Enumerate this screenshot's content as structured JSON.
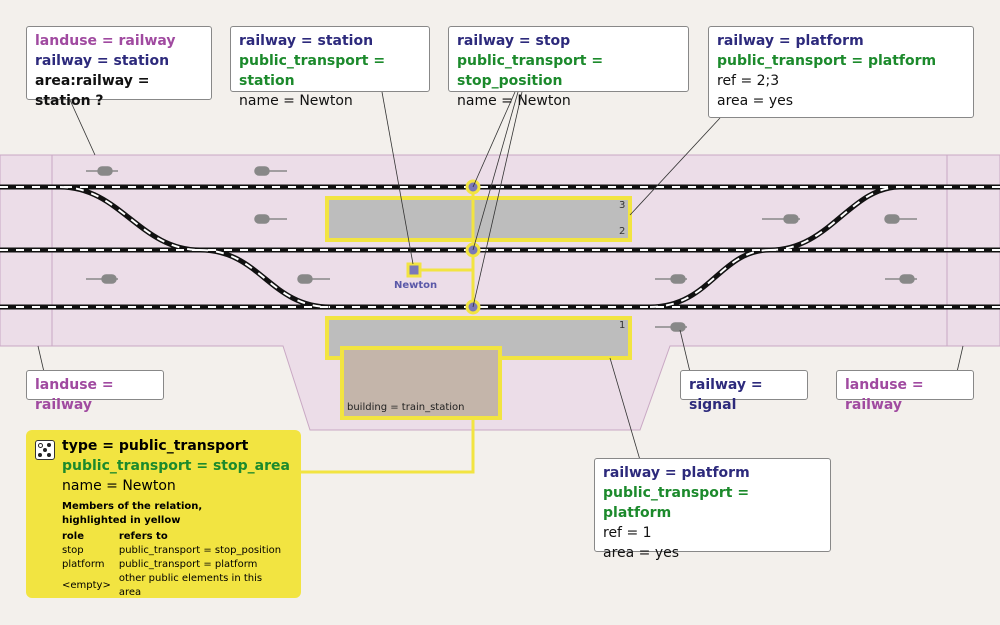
{
  "colors": {
    "landuse": "#a04aa0",
    "railway": "#2d2a7c",
    "public_transport": "#1c8a2c",
    "highlight": "#f2e441",
    "area": "#ecdde8",
    "platform": "#bdbdbd",
    "building": "#c4b5aa"
  },
  "labels": {
    "landuse_top": [
      "landuse = railway",
      "railway = station",
      "area:railway = station ?"
    ],
    "station_node": [
      "railway = station",
      "public_transport = station",
      "name = Newton"
    ],
    "stop": [
      "railway = stop",
      "public_transport = stop_position",
      "name = Newton"
    ],
    "platform_top": [
      "railway = platform",
      "public_transport = platform",
      "ref = 2;3",
      "area = yes"
    ],
    "landuse_left": "landuse = railway",
    "signal": "railway = signal",
    "landuse_right": "landuse = railway",
    "platform_bottom": [
      "railway = platform",
      "public_transport = platform",
      "ref = 1",
      "area = yes"
    ]
  },
  "map": {
    "station_name": "Newton",
    "building": "building = train_station",
    "platform_refs": [
      "3",
      "2",
      "1"
    ]
  },
  "relation": {
    "icon": "relation-icon",
    "type": "type = public_transport",
    "pt": "public_transport = stop_area",
    "name": "name = Newton",
    "members_title_1": "Members of the relation,",
    "members_title_2": "highlighted in yellow",
    "header": {
      "role": "role",
      "refers": "refers to"
    },
    "members": [
      {
        "role": "stop",
        "refers": "public_transport = stop_position"
      },
      {
        "role": "platform",
        "refers": "public_transport = platform"
      },
      {
        "role": "<empty>",
        "refers": "other public elements in this area"
      }
    ]
  }
}
